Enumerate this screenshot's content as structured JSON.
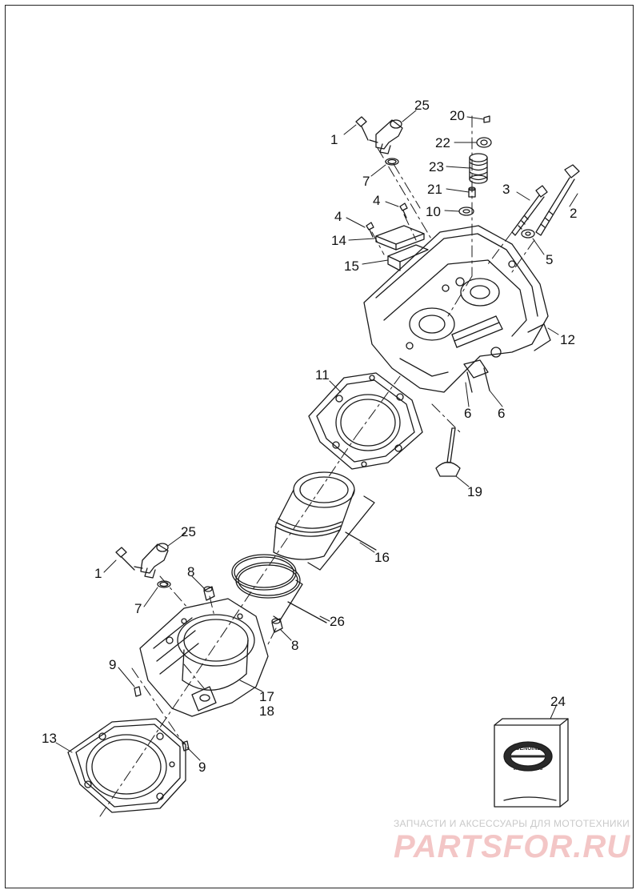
{
  "callouts": [
    {
      "id": "c1a",
      "text": "1"
    },
    {
      "id": "c25a",
      "text": "25"
    },
    {
      "id": "c20",
      "text": "20"
    },
    {
      "id": "c22",
      "text": "22"
    },
    {
      "id": "c7a",
      "text": "7"
    },
    {
      "id": "c23",
      "text": "23"
    },
    {
      "id": "c3",
      "text": "3"
    },
    {
      "id": "c21",
      "text": "21"
    },
    {
      "id": "c2",
      "text": "2"
    },
    {
      "id": "c4a",
      "text": "4"
    },
    {
      "id": "c10",
      "text": "10"
    },
    {
      "id": "c4b",
      "text": "4"
    },
    {
      "id": "c14",
      "text": "14"
    },
    {
      "id": "c5",
      "text": "5"
    },
    {
      "id": "c15",
      "text": "15"
    },
    {
      "id": "c12",
      "text": "12"
    },
    {
      "id": "c11",
      "text": "11"
    },
    {
      "id": "c6a",
      "text": "6"
    },
    {
      "id": "c6b",
      "text": "6"
    },
    {
      "id": "c19",
      "text": "19"
    },
    {
      "id": "c25b",
      "text": "25"
    },
    {
      "id": "c16",
      "text": "16"
    },
    {
      "id": "c1b",
      "text": "1"
    },
    {
      "id": "c8a",
      "text": "8"
    },
    {
      "id": "c7b",
      "text": "7"
    },
    {
      "id": "c26",
      "text": "26"
    },
    {
      "id": "c8b",
      "text": "8"
    },
    {
      "id": "c9a",
      "text": "9"
    },
    {
      "id": "c17",
      "text": "17"
    },
    {
      "id": "c18",
      "text": "18"
    },
    {
      "id": "c24",
      "text": "24"
    },
    {
      "id": "c13",
      "text": "13"
    },
    {
      "id": "c9b",
      "text": "9"
    }
  ],
  "genuine_box": {
    "top_word": "GENUINE",
    "bottom_word": "MOTOR PARTS"
  },
  "watermark": {
    "tagline": "ЗАПЧАСТИ И АКСЕССУАРЫ ДЛЯ МОТОТЕХНИКИ",
    "logo": "PARTSFOR.RU"
  },
  "colors": {
    "line": "#1a1a1a",
    "watermark_red": "#f3c6c6",
    "watermark_grey": "#c9c9c9"
  }
}
